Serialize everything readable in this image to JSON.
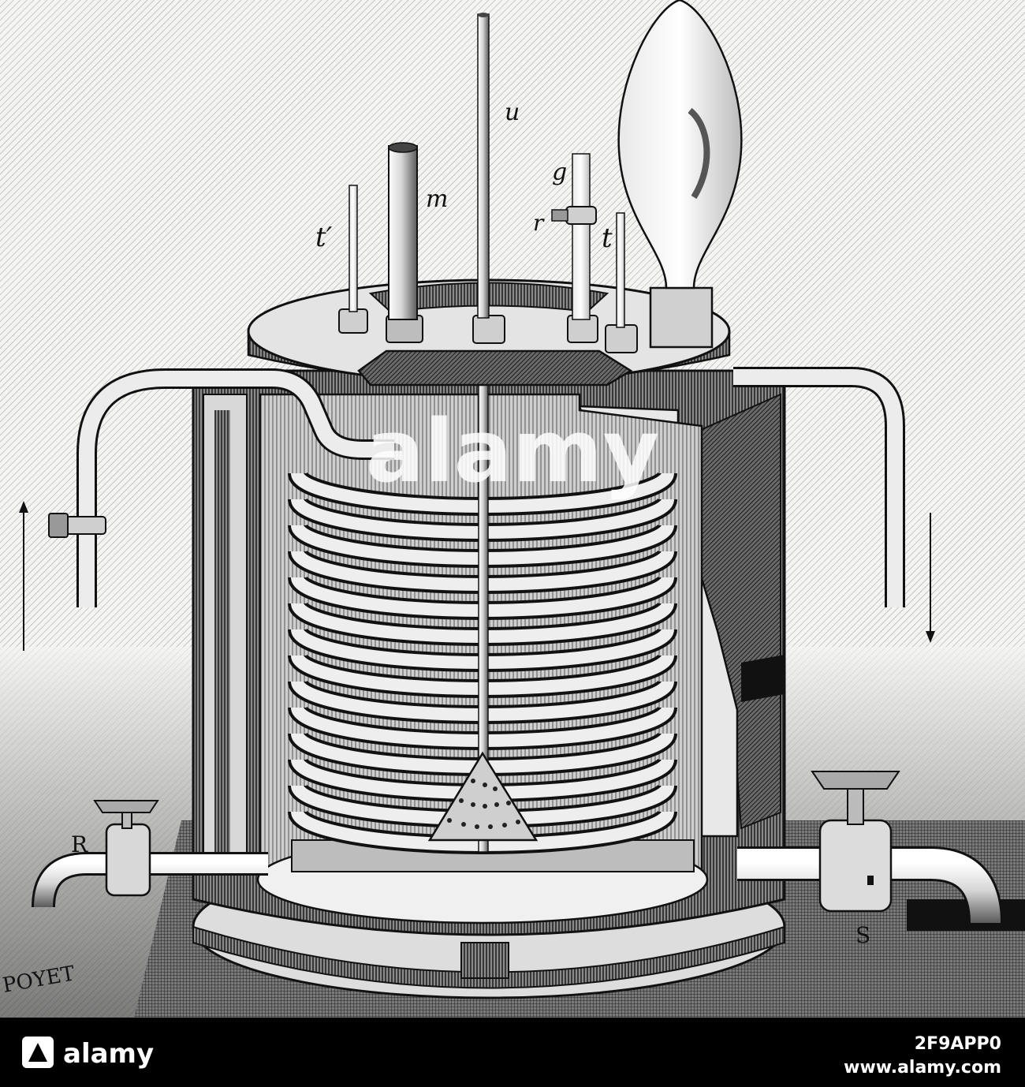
{
  "illustration": {
    "labels": {
      "u": "u",
      "m": "m",
      "g": "g",
      "r": "r",
      "t_prime": "t′",
      "t": "t",
      "R": "R",
      "S": "S"
    },
    "signature": "POYET",
    "stock_id": "2F9APP0",
    "watermark_brand": "alamy",
    "watermark_url": "www.alamy.com"
  },
  "colors": {
    "ink": "#111111",
    "paper": "#f4f4f2",
    "stock_bar": "#000000",
    "watermark": "#ffffff"
  }
}
